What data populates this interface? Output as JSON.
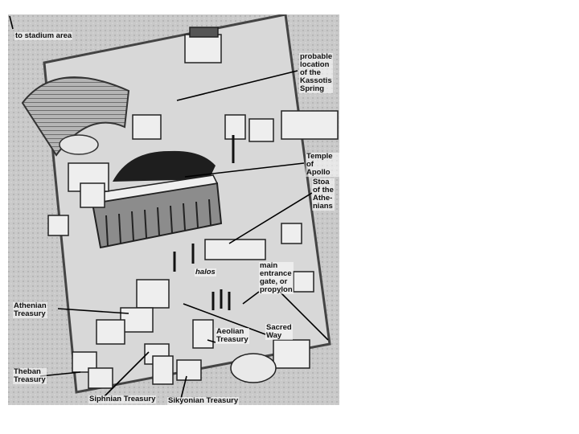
{
  "labels": {
    "stadium": "to stadium area",
    "kassotis": "probable\nlocation\nof the\nKassotis\nSpring",
    "apollo": "Temple\nof Apollo",
    "stoa": "Stoa\nof the\nAthe-\nnians",
    "halos": "halos",
    "propylon": "main\nentrance\ngate, or\npropylon",
    "athenian": "Athenian\nTreasury",
    "aeolian": "Aeolian\nTreasury",
    "sacred_way": "Sacred\nWay",
    "theban": "Theban\nTreasury",
    "siphnian": "Siphnian Treasury",
    "sikyonian": "Sikyonian Treasury"
  }
}
